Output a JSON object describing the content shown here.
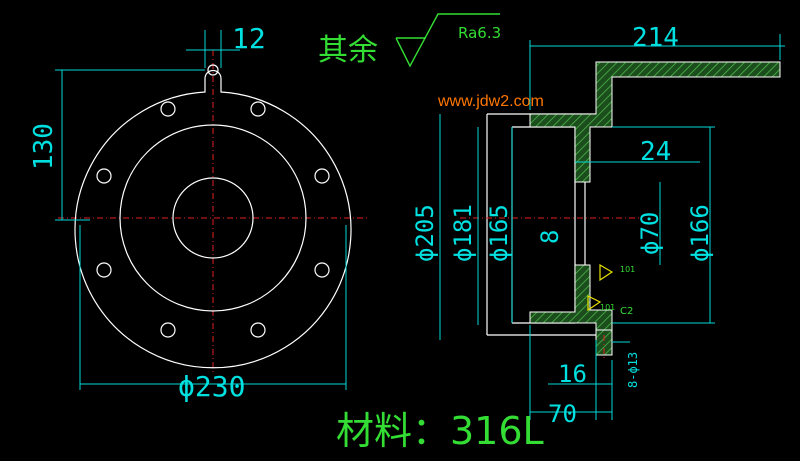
{
  "drawing": {
    "dimensions": {
      "slot_width": "12",
      "slot_offset": "130",
      "flange_dia": "ϕ230",
      "bore_205": "ϕ205",
      "bore_181": "ϕ181",
      "bore_165": "ϕ165",
      "gap_8": "8",
      "overall_214": "214",
      "step_24": "24",
      "hole_70": "ϕ70",
      "bore_166": "ϕ166",
      "thick_16": "16",
      "depth_70": "70",
      "holes_spec": "8-ϕ13"
    },
    "roughness": {
      "label_rest": "其余",
      "value": "Ra6.3"
    },
    "material": {
      "label": "材料：316L"
    },
    "watermark": "www.jdw2.com",
    "weld_marks": {
      "upper": "101",
      "lower_left": "101",
      "lower_right": "C2"
    },
    "colors": {
      "background": "#000000",
      "geometry": "#ffffff",
      "dimension": "#00d8d8",
      "centerline": "#e02020",
      "text_cn": "#33dd33",
      "watermark": "#ff7700",
      "section_hatch": "#33aa33"
    }
  }
}
